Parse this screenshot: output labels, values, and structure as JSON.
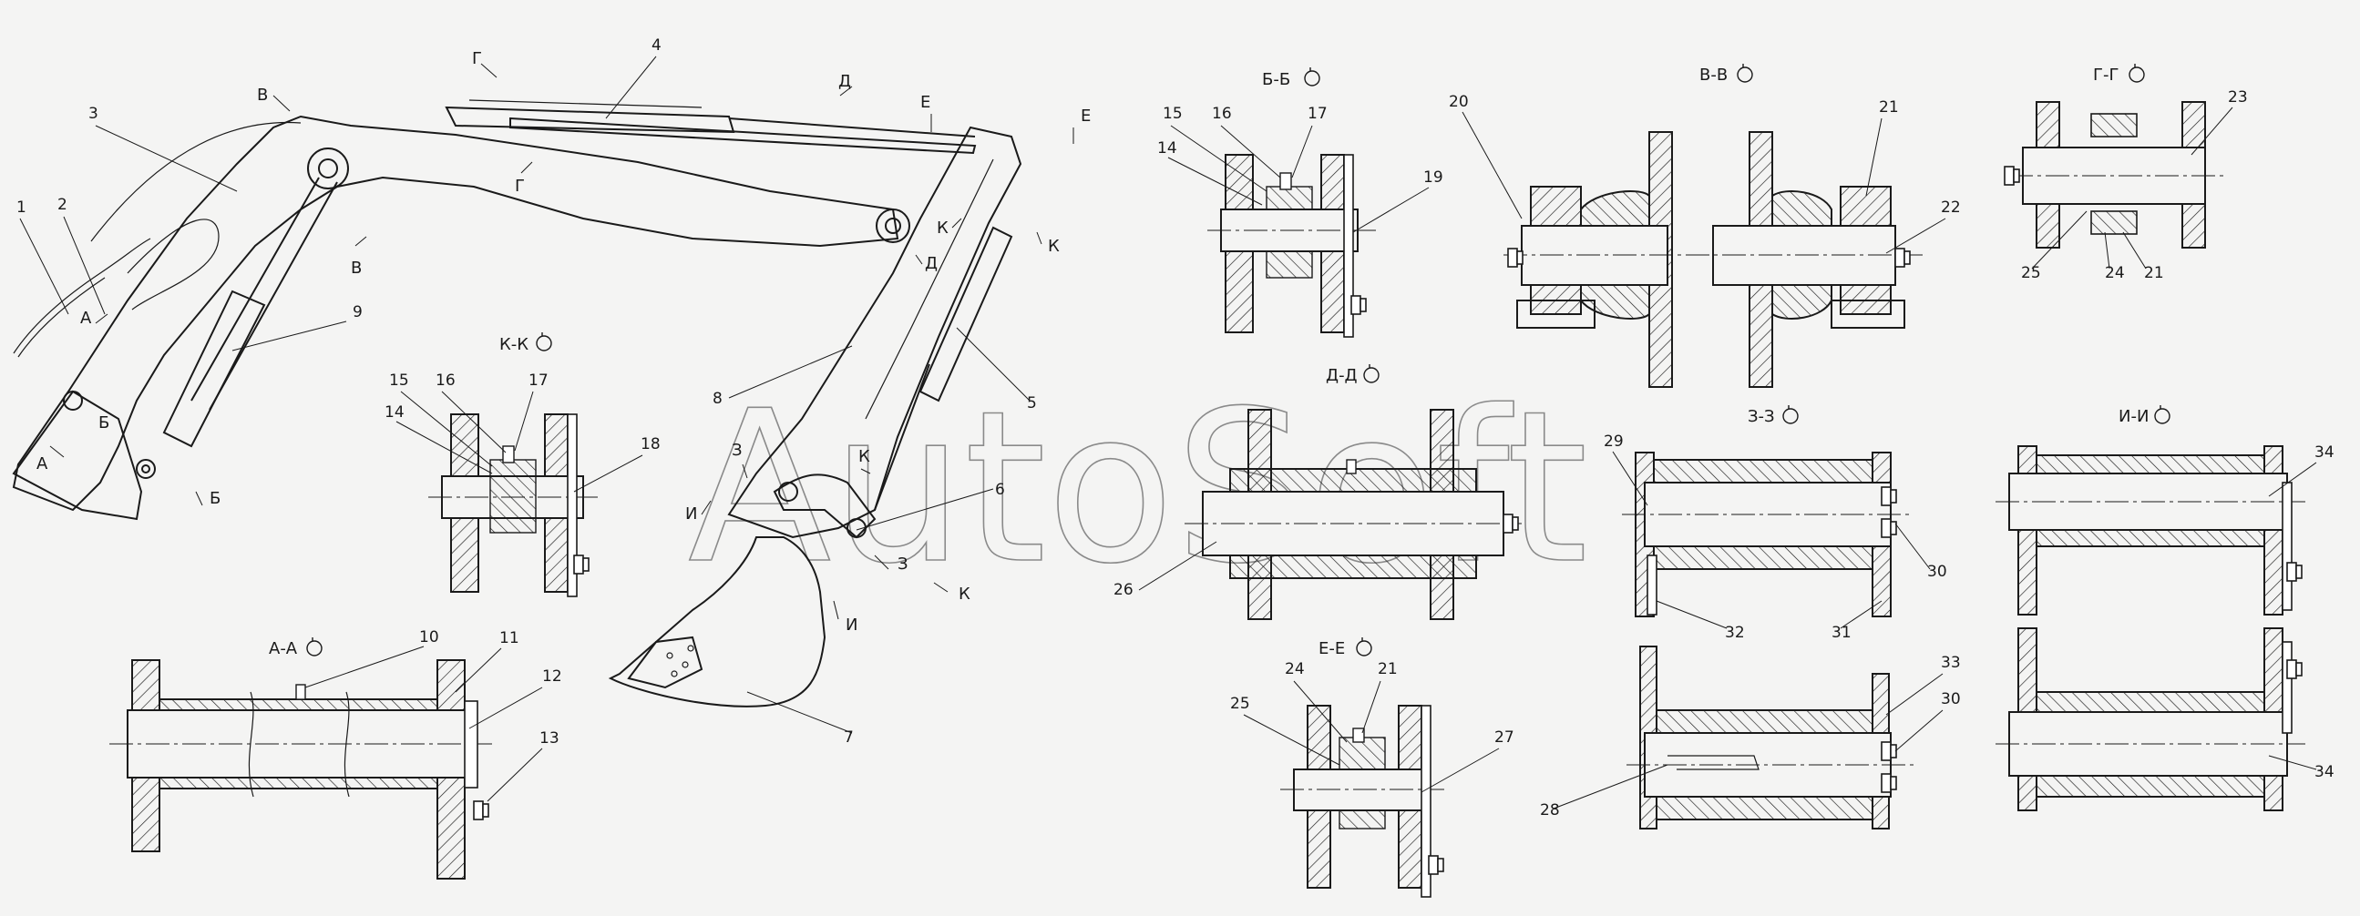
{
  "watermark": "AutoSoft",
  "section_titles": {
    "AA": "А-А",
    "BB": "Б-Б",
    "VV": "В-В",
    "GG": "Г-Г",
    "DD": "Д-Д",
    "EE": "Е-Е",
    "ZZ": "З-З",
    "II": "И-И",
    "KK": "К-К"
  },
  "cut_marks": {
    "A": "А",
    "B": "Б",
    "V": "В",
    "G": "Г",
    "D": "Д",
    "E": "Е",
    "Z": "З",
    "I": "И",
    "K": "К"
  },
  "part_numbers": [
    "1",
    "2",
    "3",
    "4",
    "5",
    "6",
    "7",
    "8",
    "9",
    "10",
    "11",
    "12",
    "13",
    "14",
    "15",
    "16",
    "17",
    "18",
    "19",
    "20",
    "21",
    "22",
    "23",
    "24",
    "25",
    "26",
    "27",
    "28",
    "29",
    "30",
    "31",
    "32",
    "33",
    "34"
  ]
}
